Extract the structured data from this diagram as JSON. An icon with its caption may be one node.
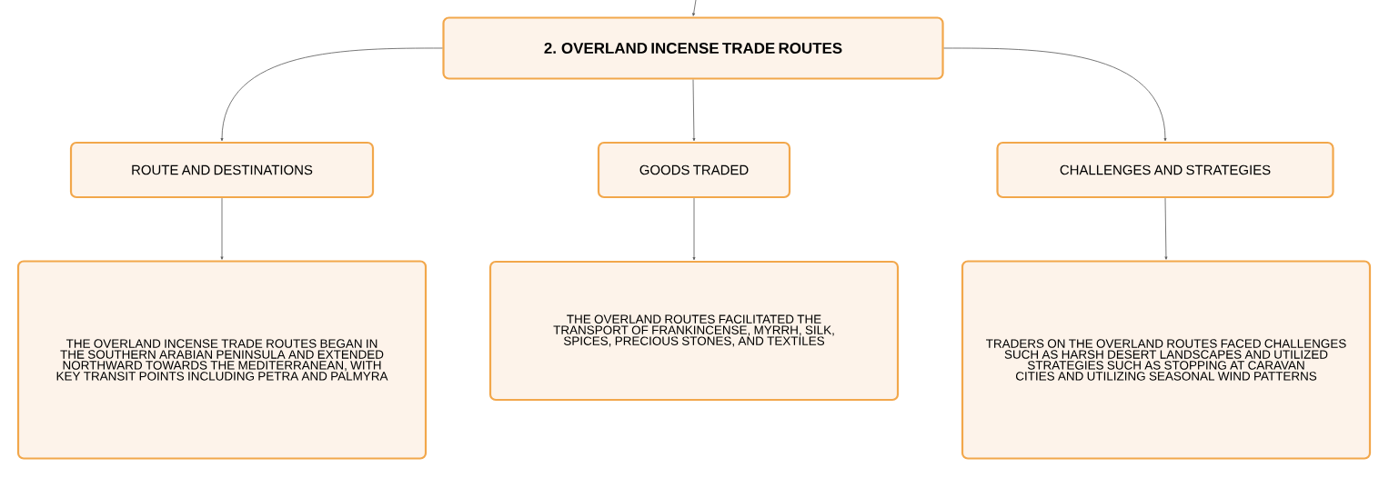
{
  "diagram": {
    "nodes": [
      {
        "text": [
          "2. OVERLAND INCENSE TRADE ROUTES"
        ]
      },
      {
        "text": [
          "ROUTE AND DESTINATIONS"
        ]
      },
      {
        "text": [
          "GOODS TRADED"
        ]
      },
      {
        "text": [
          "CHALLENGES AND STRATEGIES"
        ]
      },
      {
        "text": [
          "THE OVERLAND INCENSE TRADE ROUTES BEGAN IN THE SOUTHERN ARABIAN PENINSULA AND EXTENDED NORTHWARD TOWARDS THE MEDITERRANEAN, WITH KEY TRANSIT POINTS INCLUDING PETRA AND PALMYRA"
        ]
      },
      {
        "text": [
          "THE OVERLAND ROUTES FACILITATED THE TRANSPORT OF FRANKINCENSE, MYRRH, SILK, SPICES, PRECIOUS STONES, AND TEXTILES"
        ]
      },
      {
        "text": [
          "TRADERS ON THE OVERLAND ROUTES FACED CHALLENGES SUCH AS HARSH DESERT LANDSCAPES AND UTILIZED STRATEGIES SUCH AS STOPPING AT CARAVAN CITIES AND UTILIZING SEASONAL WIND PATTERNS"
        ]
      }
    ],
    "edges": [
      {
        "from": null,
        "to": 0,
        "arrow": "to"
      },
      {
        "from": 0,
        "to": 1,
        "arrow": "to"
      },
      {
        "from": 0,
        "to": 2,
        "arrow": "to"
      },
      {
        "from": 0,
        "to": 3,
        "arrow": "to"
      },
      {
        "from": 1,
        "to": 4,
        "arrow": "to"
      },
      {
        "from": 2,
        "to": 5,
        "arrow": "to"
      },
      {
        "from": 3,
        "to": 6,
        "arrow": "to"
      }
    ]
  }
}
